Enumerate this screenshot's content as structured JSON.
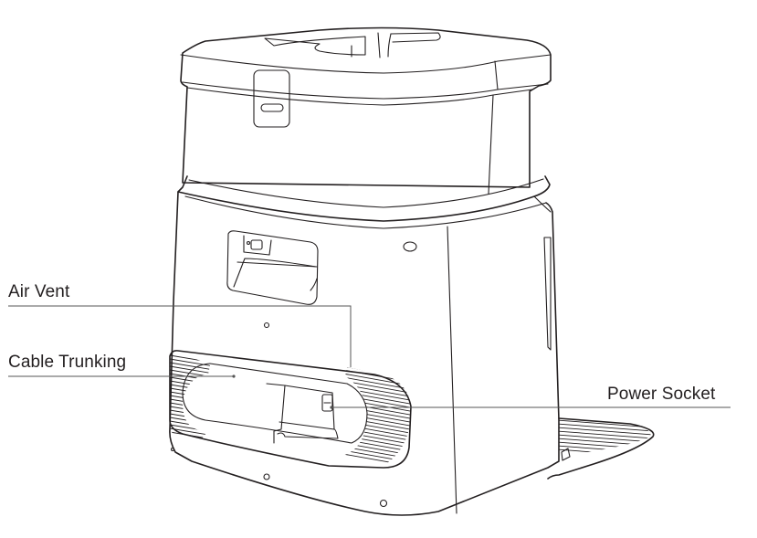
{
  "figure": {
    "subject": "docking-station",
    "callouts": [
      {
        "id": "air-vent",
        "label": "Air Vent"
      },
      {
        "id": "cable-trunking",
        "label": "Cable Trunking"
      },
      {
        "id": "power-socket",
        "label": "Power Socket"
      }
    ],
    "colors": {
      "line": "#231f20",
      "leader": "#555555",
      "background": "#ffffff"
    }
  }
}
